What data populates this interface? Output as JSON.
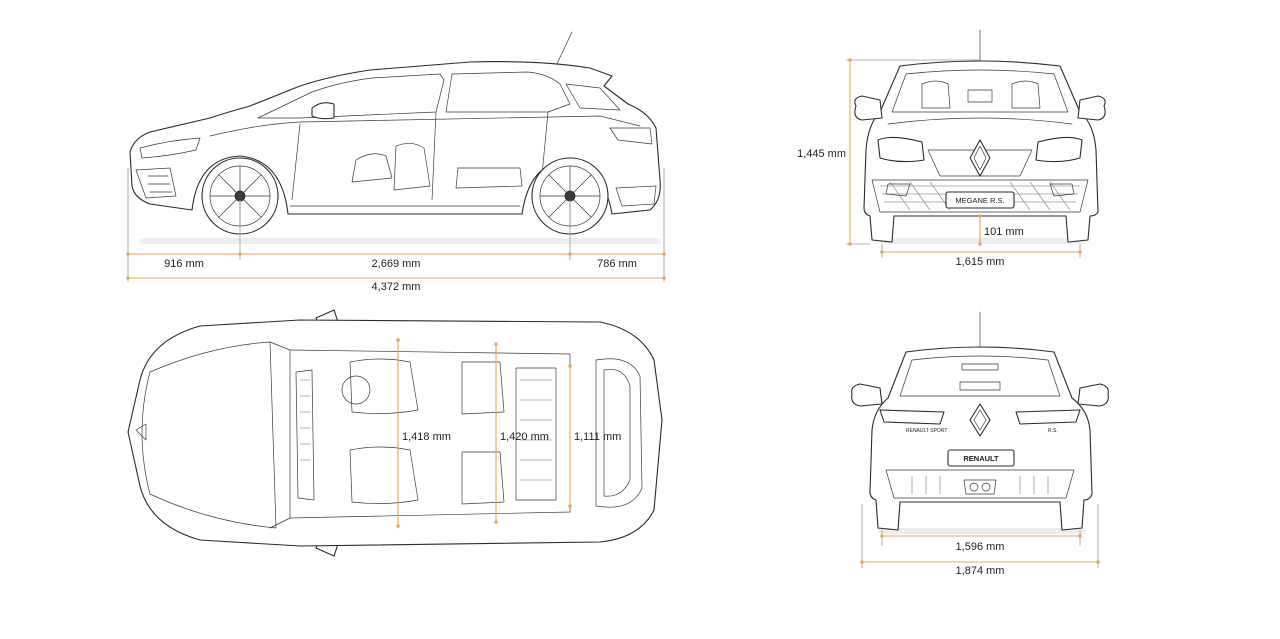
{
  "colors": {
    "dimension": "#e8a65a",
    "line": "#2b2b2b",
    "background": "#ffffff"
  },
  "side_view": {
    "front_overhang": "916 mm",
    "wheelbase": "2,669 mm",
    "rear_overhang": "786 mm",
    "overall_length": "4,372 mm"
  },
  "front_view": {
    "height": "1,445 mm",
    "ground_clearance": "101 mm",
    "front_track": "1,615 mm",
    "badge_text": "MEGANE R.S."
  },
  "top_view": {
    "front_width_interior": "1,418 mm",
    "rear_width_interior": "1,420 mm",
    "boot_width": "1,111 mm"
  },
  "rear_view": {
    "rear_track": "1,596 mm",
    "overall_width": "1,874 mm",
    "plate_text": "RENAULT",
    "left_badge_text": "RENAULT SPORT",
    "right_badge_text": "R.S."
  }
}
